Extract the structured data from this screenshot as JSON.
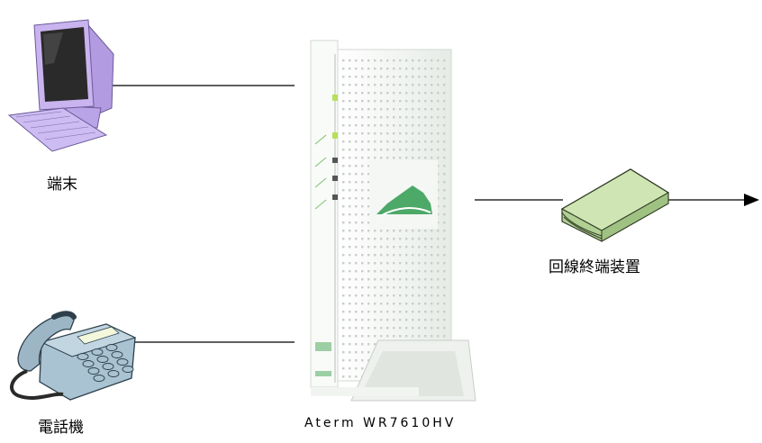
{
  "labels": {
    "terminal": "端末",
    "phone": "電話機",
    "ont": "回線終端装置",
    "router_model": "Aterm WR7610HV"
  },
  "colors": {
    "monitor": "#c9b4ef",
    "monitor_screen": "#2a2a2a",
    "phone_body": "#a9c3d3",
    "ont_top": "#cfe6b4",
    "router_body": "#f4f6f4",
    "router_led": "#b6e05a",
    "router_logo": "#2f9b4f"
  },
  "icons": [
    "computer-icon",
    "telephone-icon",
    "router-device",
    "ont-device",
    "arrow-head-icon"
  ]
}
